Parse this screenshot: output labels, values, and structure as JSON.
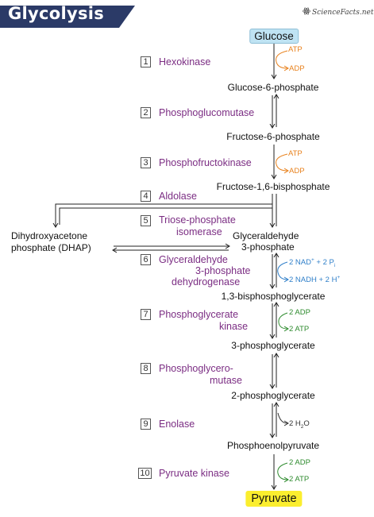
{
  "title": "Glycolysis",
  "brand": "ScienceFacts.net",
  "colors": {
    "banner": "#2b3a67",
    "enzyme_text": "#7b2d83",
    "atp_cofactor": "#e8821e",
    "nad_cofactor": "#2f7fc9",
    "atp_yield_cofactor": "#2e8b2e",
    "glucose_box": "#bfe3f3",
    "pyruvate_box": "#fbee2e"
  },
  "molecules": {
    "glucose": "Glucose",
    "g6p": "Glucose-6-phosphate",
    "f6p": "Fructose-6-phosphate",
    "f16bp": "Fructose-1,6-bisphosphate",
    "dhap_line1": "Dihydroxyacetone",
    "dhap_line2": "phosphate (DHAP)",
    "g3p_line1": "Glyceraldehyde",
    "g3p_line2": "3-phosphate",
    "bpg13": "1,3-bisphosphoglycerate",
    "pg3": "3-phosphoglycerate",
    "pg2": "2-phosphoglycerate",
    "pep": "Phosphoenolpyruvate",
    "pyruvate": "Pyruvate"
  },
  "steps": [
    {
      "num": "1",
      "enzyme": "Hexokinase"
    },
    {
      "num": "2",
      "enzyme": "Phosphoglucomutase"
    },
    {
      "num": "3",
      "enzyme": "Phosphofructokinase"
    },
    {
      "num": "4",
      "enzyme": "Aldolase"
    },
    {
      "num": "5",
      "enzyme_line1": "Triose-phosphate",
      "enzyme_line2": "isomerase"
    },
    {
      "num": "6",
      "enzyme_line1": "Glyceraldehyde",
      "enzyme_line2": "3-phosphate",
      "enzyme_line3": "dehydrogenase"
    },
    {
      "num": "7",
      "enzyme_line1": "Phosphoglycerate",
      "enzyme_line2": "kinase"
    },
    {
      "num": "8",
      "enzyme_line1": "Phosphoglycero-",
      "enzyme_line2": "mutase"
    },
    {
      "num": "9",
      "enzyme": "Enolase"
    },
    {
      "num": "10",
      "enzyme": "Pyruvate kinase"
    }
  ],
  "cofactors": {
    "s1_in": "ATP",
    "s1_out": "ADP",
    "s3_in": "ATP",
    "s3_out": "ADP",
    "s6_in_main": "2 NAD",
    "s6_in_sup": "+",
    "s6_in_mid": " + 2 P",
    "s6_in_sub": "i",
    "s6_out_main": "2 NADH + 2 H",
    "s6_out_sup": "+",
    "s7_in": "2 ADP",
    "s7_out": "2 ATP",
    "s9_out_main": "2 H",
    "s9_out_sub": "2",
    "s9_out_end": "O",
    "s10_in": "2 ADP",
    "s10_out": "2 ATP"
  }
}
